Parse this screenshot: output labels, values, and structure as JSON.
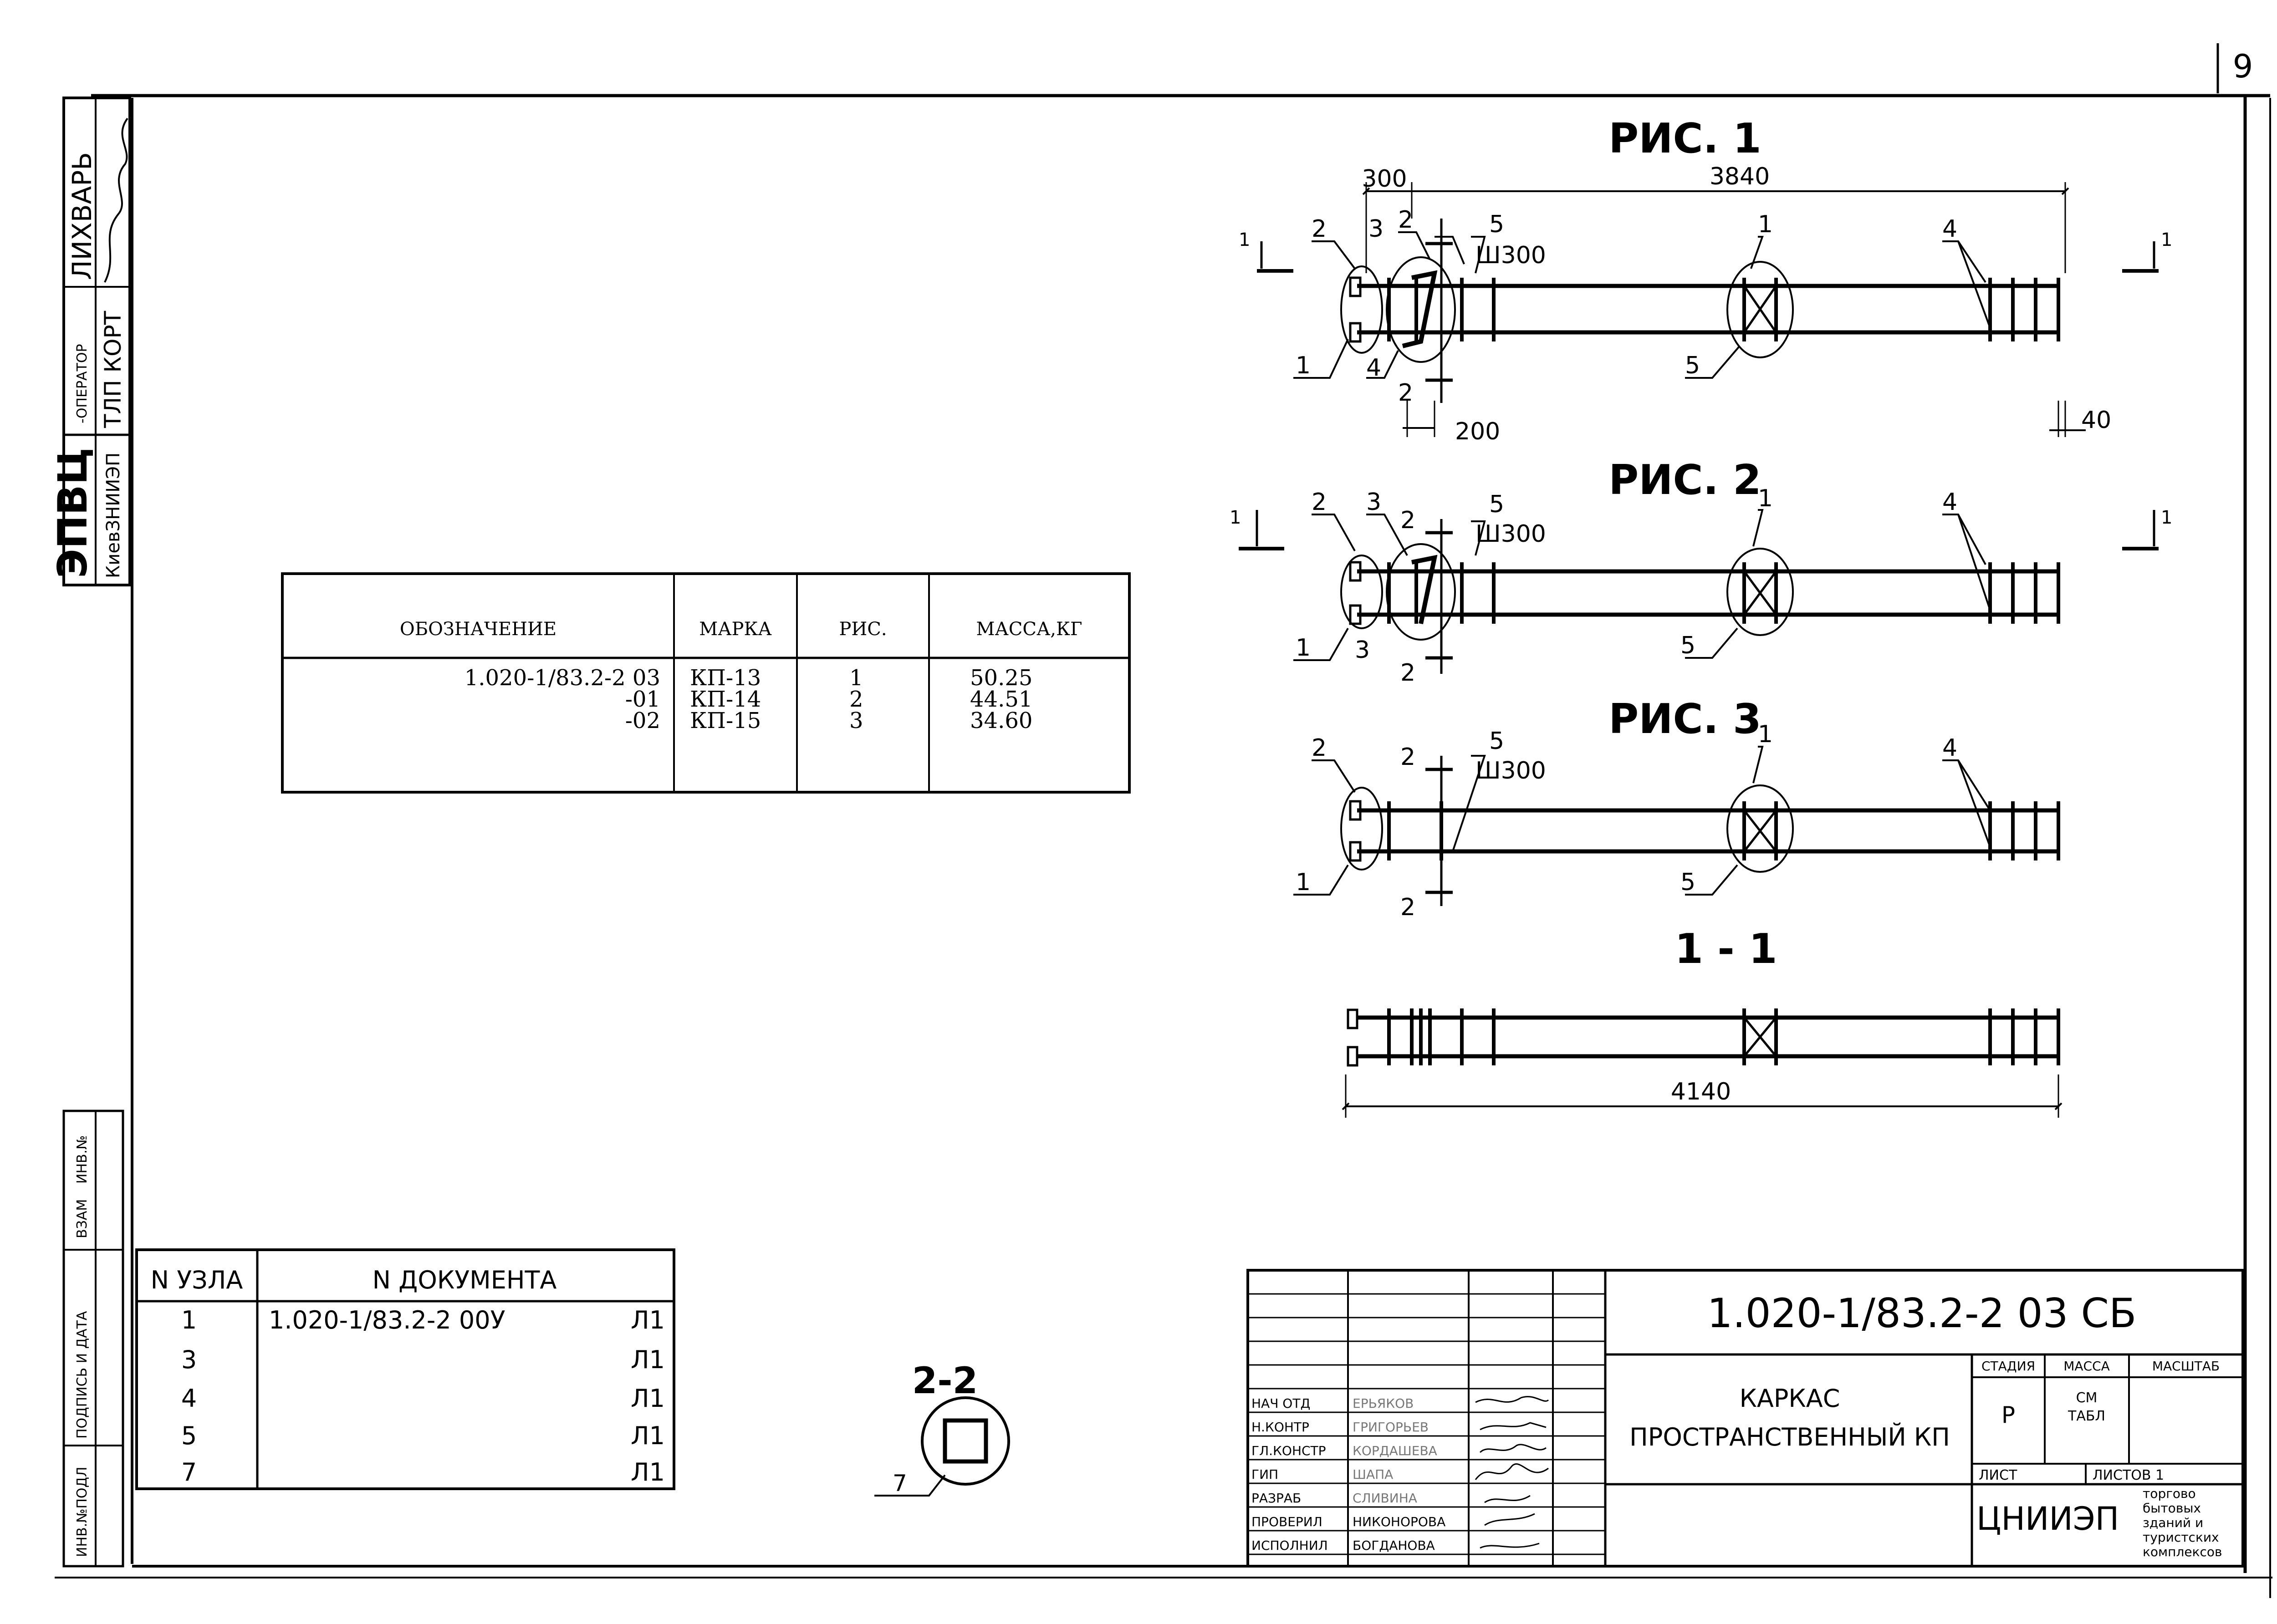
{
  "sheet_number": "9",
  "side_stamp": {
    "org": "ЭПВЦ",
    "org_sub": "КиевЗНИИЭП",
    "operator_label": "-ОПЕРАТОР",
    "operator_value": "ТЛП КОРТ",
    "name": "ЛИХВАРЬ",
    "inv_label": "ИНВ.№",
    "vzam_label": "ВЗАМ",
    "podpis_label": "ПОДПИСЬ И ДАТА",
    "inv_podl_label": "ИНВ.№ПОДЛ"
  },
  "spec_table": {
    "headers": [
      "ОБОЗНАЧЕНИЕ",
      "МАРКА",
      "РИС.",
      "МАССА,КГ"
    ],
    "rows": [
      [
        "1.020-1/83.2-2 03",
        "КП-13",
        "1",
        "50.25"
      ],
      [
        "-01",
        "КП-14",
        "2",
        "44.51"
      ],
      [
        "-02",
        "КП-15",
        "3",
        "34.60"
      ]
    ]
  },
  "node_table": {
    "headers": [
      "N УЗЛА",
      "N ДОКУМЕНТА"
    ],
    "rows": [
      [
        "1",
        "1.020-1/83.2-2 00У",
        "Л1"
      ],
      [
        "3",
        "",
        "Л1"
      ],
      [
        "4",
        "",
        "Л1"
      ],
      [
        "5",
        "",
        "Л1"
      ],
      [
        "7",
        "",
        "Л1"
      ]
    ]
  },
  "figures": {
    "fig1_title": "РИС. 1",
    "fig2_title": "РИС. 2",
    "fig3_title": "РИС. 3",
    "section_11": "1 - 1",
    "section_22": "2-2",
    "dim_300": "300",
    "dim_3840": "3840",
    "dim_200": "200",
    "dim_40": "40",
    "dim_4140": "4140",
    "spacing": "Ш300",
    "leader_1": "1",
    "leader_2": "2",
    "leader_3": "3",
    "leader_4": "4",
    "leader_5": "5",
    "leader_7": "7",
    "cut_mark": "1"
  },
  "title_block": {
    "code": "1.020-1/83.2-2 03 СБ",
    "title_line1": "КАРКАС",
    "title_line2": "ПРОСТРАНСТВЕННЫЙ КП",
    "stage_header": "СТАДИЯ",
    "mass_header": "МАССА",
    "scale_header": "МАСШТАБ",
    "stage_value": "Р",
    "mass_value_1": "СМ",
    "mass_value_2": "ТАБЛ",
    "sheet_label": "ЛИСТ",
    "sheets_label": "ЛИСТОВ 1",
    "org": "ЦНИИЭП",
    "org_desc": [
      "торгово",
      "бытовых",
      "зданий и",
      "туристских",
      "комплексов"
    ],
    "roles": [
      {
        "role": "НАЧ ОТД",
        "name": "ЕРЬЯКОВ"
      },
      {
        "role": "Н.КОНТР",
        "name": "ГРИГОРЬЕВ"
      },
      {
        "role": "ГЛ.КОНСТР",
        "name": "КОРДАШЕВА"
      },
      {
        "role": "ГИП",
        "name": "ШАПА"
      },
      {
        "role": "РАЗРАБ",
        "name": "СЛИВИНА"
      },
      {
        "role": "ПРОВЕРИЛ",
        "name": "НИКОНОРОВА"
      },
      {
        "role": "ИСПОЛНИЛ",
        "name": "БОГДАНОВА"
      }
    ]
  }
}
